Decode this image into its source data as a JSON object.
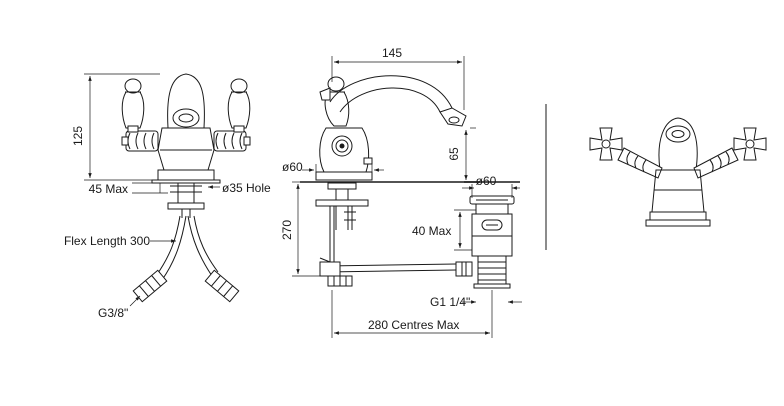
{
  "labels": {
    "front_height": "125",
    "front_45max": "45 Max",
    "front_hole": "ø35 Hole",
    "front_flex": "Flex Length 300",
    "front_g38": "G3/8\"",
    "side_145": "145",
    "side_d60_left": "ø60",
    "side_65": "65",
    "side_270": "270",
    "waste_d60": "ø60",
    "waste_40max": "40 Max",
    "waste_g114": "G1 1/4\"",
    "waste_280": "280 Centres Max"
  },
  "colors": {
    "line": "#1a1a1a",
    "background": "#ffffff"
  }
}
